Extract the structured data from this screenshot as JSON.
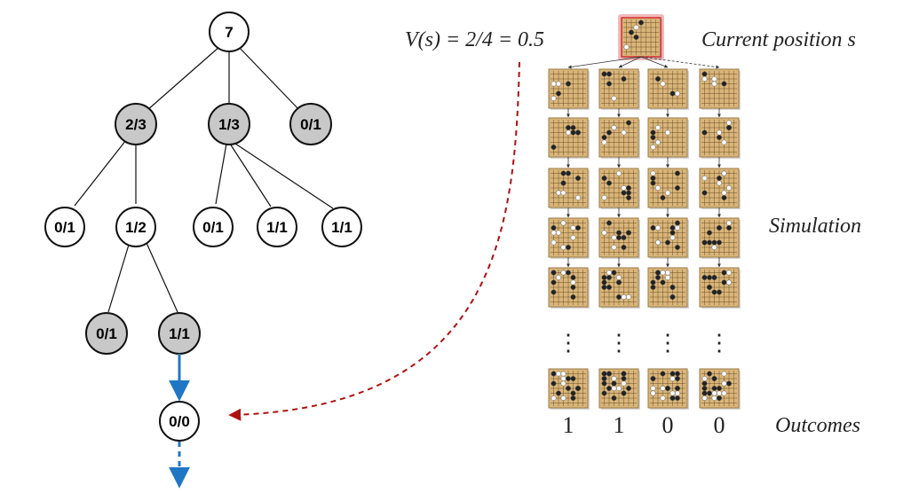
{
  "tree": {
    "root": "7",
    "level1": [
      "2/3",
      "1/3",
      "0/1"
    ],
    "level2": [
      "0/1",
      "1/2",
      "0/1",
      "1/1",
      "1/1"
    ],
    "level3": [
      "0/1",
      "1/1"
    ],
    "new_node": "0/0"
  },
  "simulation": {
    "value_formula": "V(s) = 2/4 = 0.5",
    "current_position_label": "Current position s",
    "simulation_label": "Simulation",
    "outcomes_label": "Outcomes",
    "outcomes": [
      "1",
      "1",
      "0",
      "0"
    ],
    "ellipsis": "⋮"
  },
  "colors": {
    "visited_node": "#c8c8c8",
    "unvisited_node": "#ffffff",
    "expansion_arrow": "#1f77c4",
    "backup_arrow": "#b01010",
    "board": "#d9b57a",
    "board_border": "#9a7a45",
    "current_highlight": "#e88080"
  }
}
